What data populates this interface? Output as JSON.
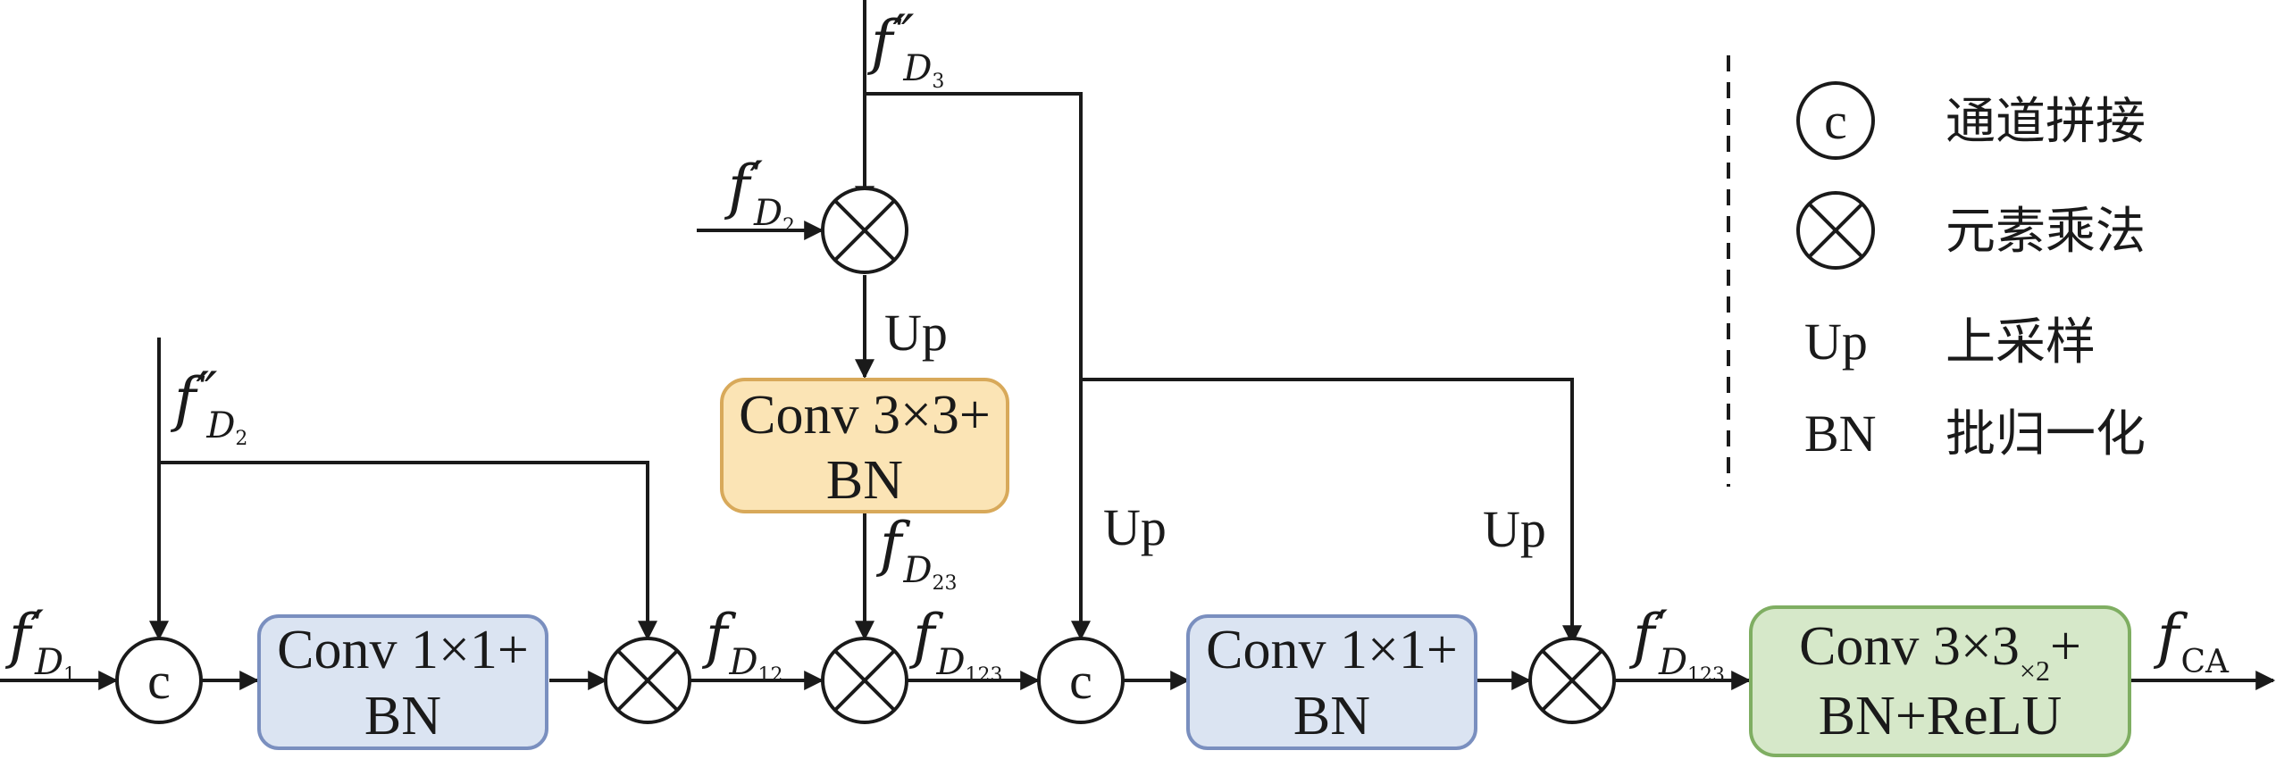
{
  "boxes": {
    "conv3x3_bn": {
      "line1": "Conv 3×3+",
      "line2": "BN",
      "fill": "#fbe4b5",
      "stroke": "#d8a95a"
    },
    "conv1x1_bn_a": {
      "line1": "Conv 1×1+",
      "line2": "BN",
      "fill": "#dbe4f2",
      "stroke": "#7a8fbf"
    },
    "conv1x1_bn_b": {
      "line1": "Conv 1×1+",
      "line2": "BN",
      "fill": "#dbe4f2",
      "stroke": "#7a8fbf"
    },
    "conv3x3_bn_relu": {
      "line1a": "Conv 3×3",
      "line1sub": "×2",
      "line1b": "+",
      "line2": "BN+ReLU",
      "fill": "#d6e8c9",
      "stroke": "#7fae62"
    }
  },
  "operators": {
    "concat_symbol": "c",
    "up_label": "Up"
  },
  "signals": {
    "f_D3_dd": {
      "base": "f",
      "prime": "″",
      "sub": "D",
      "subsub": "3"
    },
    "f_D2_d": {
      "base": "f",
      "prime": "′",
      "sub": "D",
      "subsub": "2"
    },
    "f_D2_dd": {
      "base": "f",
      "prime": "″",
      "sub": "D",
      "subsub": "2"
    },
    "f_D1_d": {
      "base": "f",
      "prime": "′",
      "sub": "D",
      "subsub": "1"
    },
    "f_D23": {
      "base": "f",
      "sub": "D",
      "subsub": "23"
    },
    "f_D12": {
      "base": "f",
      "sub": "D",
      "subsub": "12"
    },
    "f_D123": {
      "base": "f",
      "sub": "D",
      "subsub": "123"
    },
    "f_D123_d": {
      "base": "f",
      "prime": "′",
      "sub": "D",
      "subsub": "123"
    },
    "f_CA": {
      "base": "f",
      "sub": "CA"
    }
  },
  "legend": {
    "items": [
      {
        "symbol": "c",
        "label": "通道拼接"
      },
      {
        "symbol": "⊗",
        "label": "元素乘法"
      },
      {
        "symbol": "Up",
        "label": "上采样"
      },
      {
        "symbol": "BN",
        "label": "批归一化"
      }
    ]
  }
}
